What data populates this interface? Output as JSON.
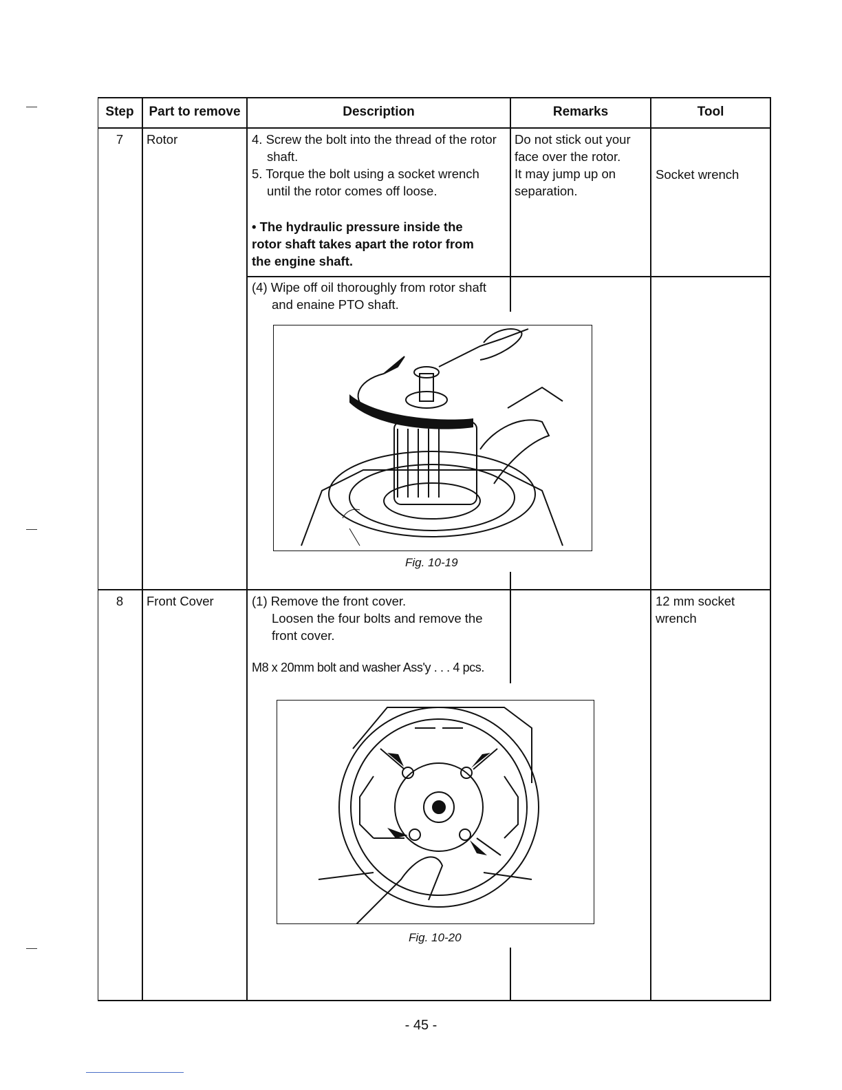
{
  "table": {
    "headers": {
      "step": "Step",
      "part": "Part to remove",
      "description": "Description",
      "remarks": "Remarks",
      "tool": "Tool"
    },
    "rows": [
      {
        "step": "7",
        "part": "Rotor",
        "desc_lines": [
          "4. Screw the bolt into the thread of the rotor",
          "shaft.",
          "5. Torque the bolt using a socket wrench",
          "until the rotor comes off loose."
        ],
        "desc_bold_lines": [
          "• The hydraulic pressure inside the",
          "rotor shaft takes apart the rotor from",
          "the engine shaft."
        ],
        "remarks_lines": [
          "Do not stick out your",
          "face over the rotor.",
          "It may jump up on",
          "separation."
        ],
        "tool": "Socket wrench",
        "desc2_lines": [
          "(4) Wipe off oil thoroughly from rotor shaft",
          "and enaine PTO shaft."
        ],
        "figure_caption": "Fig. 10-19"
      },
      {
        "step": "8",
        "part": "Front Cover",
        "desc_lines": [
          "(1) Remove the front cover.",
          "Loosen the four bolts and remove the",
          "front cover."
        ],
        "spec": "M8 x 20mm bolt and washer Ass'y . . . 4 pcs.",
        "tool_lines": [
          "12 mm socket",
          "wrench"
        ],
        "figure_caption": "Fig. 10-20"
      }
    ]
  },
  "page_number": "- 45 -"
}
